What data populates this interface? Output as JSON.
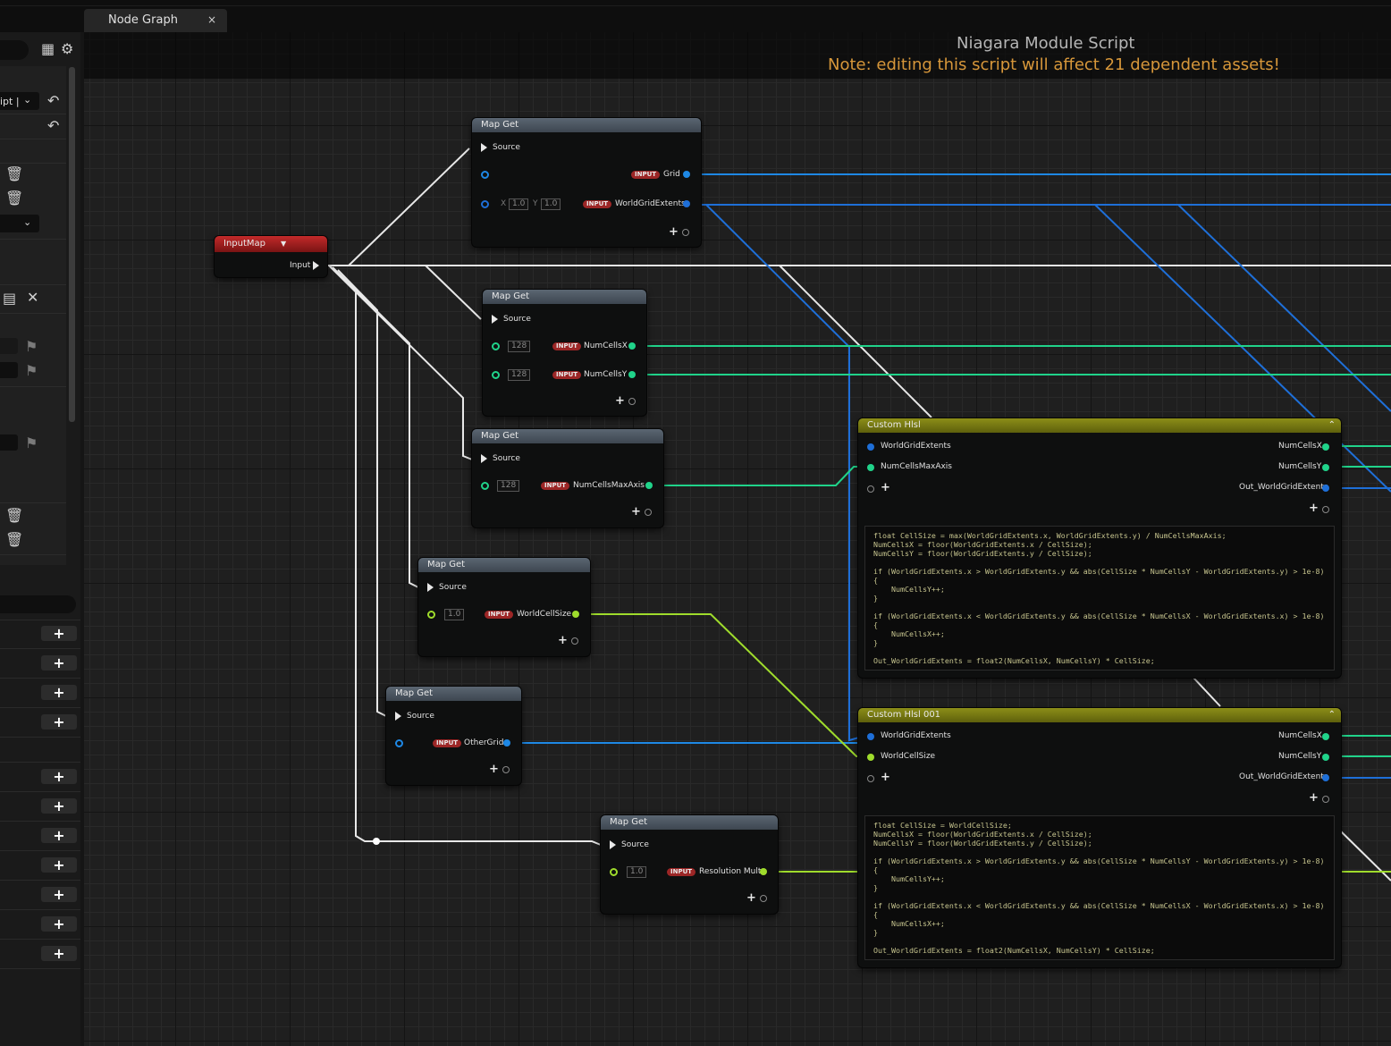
{
  "tab": {
    "label": "Node Graph",
    "close": "×"
  },
  "header": {
    "title": "Niagara Module Script",
    "note": "Note: editing this script will affect 21 dependent assets!"
  },
  "left_panel": {
    "dropdown_label": "ipt |"
  },
  "colors": {
    "blue_pin": "#1e88e5",
    "teal_pin": "#20d38a",
    "green_pin": "#9fdc2c",
    "exec_wire": "#e8e8e8",
    "note": "#d7973a"
  },
  "nodes": {
    "input_map": {
      "title": "InputMap",
      "output": "Input"
    },
    "map_get_1": {
      "title": "Map Get",
      "source": "Source",
      "rows": [
        {
          "badge": "INPUT",
          "label": "Grid"
        },
        {
          "badge": "INPUT",
          "label": "WorldGridExtents",
          "x_label": "X",
          "x": "1.0",
          "y_label": "Y",
          "y": "1.0"
        }
      ]
    },
    "map_get_2": {
      "title": "Map Get",
      "source": "Source",
      "rows": [
        {
          "badge": "INPUT",
          "label": "NumCellsX",
          "value": "128"
        },
        {
          "badge": "INPUT",
          "label": "NumCellsY",
          "value": "128"
        }
      ]
    },
    "map_get_3": {
      "title": "Map Get",
      "source": "Source",
      "rows": [
        {
          "badge": "INPUT",
          "label": "NumCellsMaxAxis",
          "value": "128"
        }
      ]
    },
    "map_get_4": {
      "title": "Map Get",
      "source": "Source",
      "rows": [
        {
          "badge": "INPUT",
          "label": "WorldCellSize",
          "value": "1.0"
        }
      ]
    },
    "map_get_5": {
      "title": "Map Get",
      "source": "Source",
      "rows": [
        {
          "badge": "INPUT",
          "label": "OtherGrid"
        }
      ]
    },
    "map_get_6": {
      "title": "Map Get",
      "source": "Source",
      "rows": [
        {
          "badge": "INPUT",
          "label": "Resolution Mult",
          "value": "1.0"
        }
      ]
    },
    "custom_hlsl_1": {
      "title": "Custom Hlsl",
      "inputs": [
        "WorldGridExtents",
        "NumCellsMaxAxis"
      ],
      "outputs": [
        "NumCellsX",
        "NumCellsY",
        "Out_WorldGridExtents"
      ],
      "code": "float CellSize = max(WorldGridExtents.x, WorldGridExtents.y) / NumCellsMaxAxis;\nNumCellsX = floor(WorldGridExtents.x / CellSize);\nNumCellsY = floor(WorldGridExtents.y / CellSize);\n\nif (WorldGridExtents.x > WorldGridExtents.y && abs(CellSize * NumCellsY - WorldGridExtents.y) > 1e-8)\n{\n    NumCellsY++;\n}\n\nif (WorldGridExtents.x < WorldGridExtents.y && abs(CellSize * NumCellsX - WorldGridExtents.x) > 1e-8)\n{\n    NumCellsX++;\n}\n\nOut_WorldGridExtents = float2(NumCellsX, NumCellsY) * CellSize;"
    },
    "custom_hlsl_2": {
      "title": "Custom Hlsl 001",
      "inputs": [
        "WorldGridExtents",
        "WorldCellSize"
      ],
      "outputs": [
        "NumCellsX",
        "NumCellsY",
        "Out_WorldGridExtents"
      ],
      "code": "float CellSize = WorldCellSize;\nNumCellsX = floor(WorldGridExtents.x / CellSize);\nNumCellsY = floor(WorldGridExtents.y / CellSize);\n\nif (WorldGridExtents.x > WorldGridExtents.y && abs(CellSize * NumCellsY - WorldGridExtents.y) > 1e-8)\n{\n    NumCellsY++;\n}\n\nif (WorldGridExtents.x < WorldGridExtents.y && abs(CellSize * NumCellsX - WorldGridExtents.x) > 1e-8)\n{\n    NumCellsX++;\n}\n\nOut_WorldGridExtents = float2(NumCellsX, NumCellsY) * CellSize;"
    }
  }
}
